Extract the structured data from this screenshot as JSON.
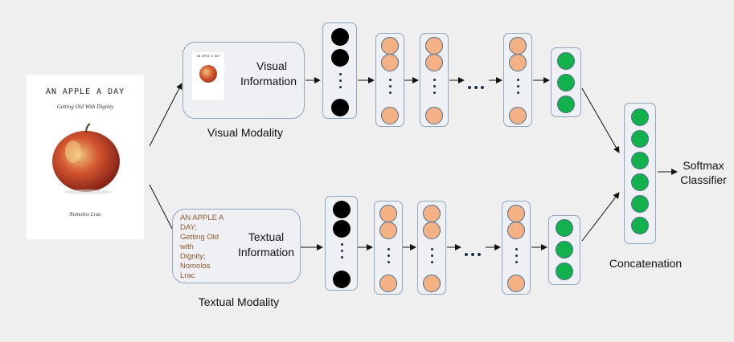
{
  "book": {
    "title": "AN APPLE A DAY",
    "subtitle": "Getting Old With Dignity",
    "author": "Nomolos Lrac"
  },
  "visual_branch": {
    "box_label": [
      "Visual",
      "Information"
    ],
    "modality_label": "Visual Modality"
  },
  "textual_branch": {
    "snippet_lines": [
      "AN APPLE A",
      "DAY;",
      "Getting Old",
      "with",
      "Dignity;",
      "Nomolos",
      "Lrac"
    ],
    "box_label": [
      "Textual",
      "Information"
    ],
    "modality_label": "Textual Modality"
  },
  "fusion": {
    "concat_label": "Concatenation",
    "output_label": [
      "Softmax",
      "Classifier"
    ]
  },
  "colors": {
    "input_node": "#000000",
    "hidden_node": "#f4b184",
    "output_node": "#13b14b",
    "box_border": "#8fa6bf",
    "snippet_text": "#8a5a2b"
  }
}
